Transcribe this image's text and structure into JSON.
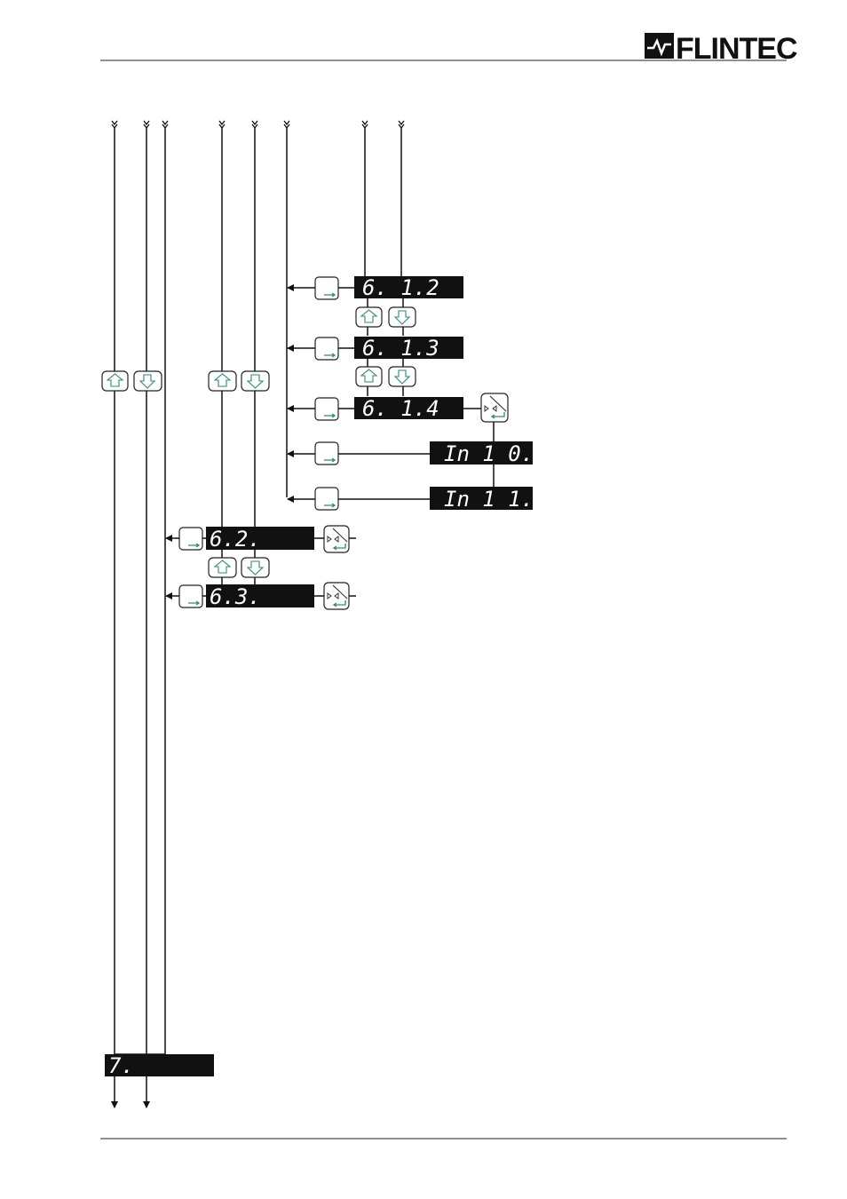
{
  "header": {
    "logo_text": "FLINTEC"
  },
  "colors": {
    "display_bg": "#111111",
    "line": "#111111",
    "key_glyph": "#2e8a7a"
  },
  "displays": {
    "d612": "6. 1.2",
    "d613": "6. 1.3",
    "d614": "6. 1.4",
    "in10": "In 1  0.",
    "in11": "In 1  1.",
    "d62": "6.2.",
    "d63": "6.3.",
    "d7": "7."
  },
  "keys": {
    "up": "up-arrow-key",
    "down": "down-arrow-key",
    "enter": "enter-key",
    "zero_enter": "zero-enter-key"
  }
}
